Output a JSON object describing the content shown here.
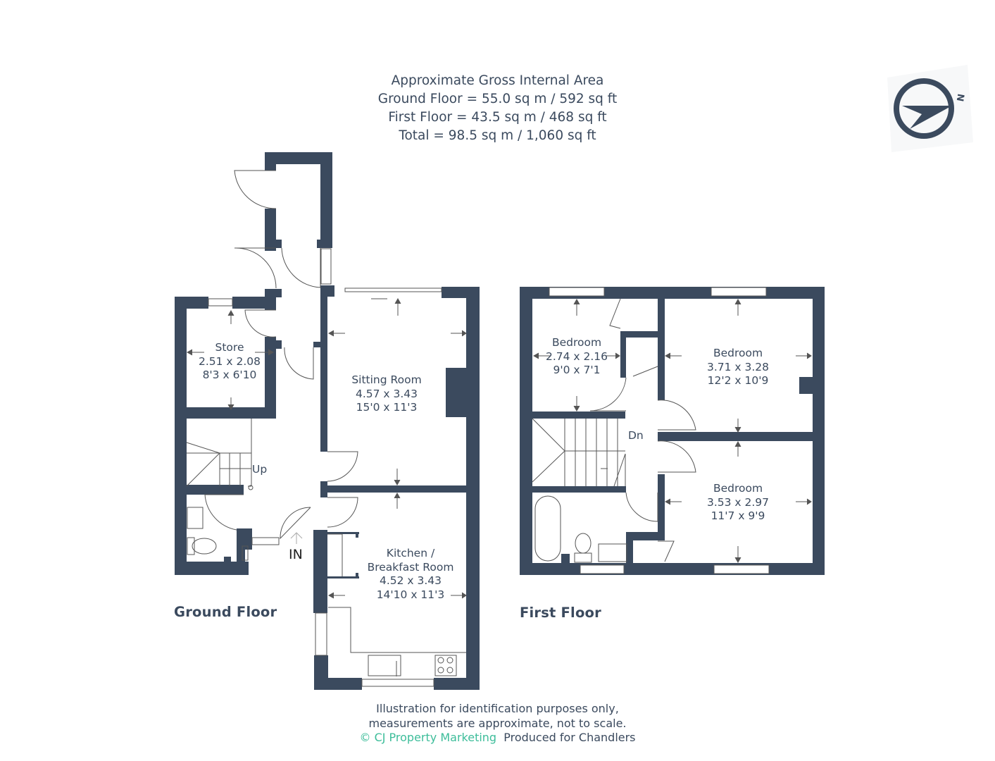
{
  "header": {
    "title": "Approximate Gross Internal Area",
    "ground_floor_area": "Ground Floor = 55.0 sq m / 592 sq ft",
    "first_floor_area": "First Floor = 43.5 sq m / 468 sq ft",
    "total_area": "Total = 98.5 sq m / 1,060 sq ft"
  },
  "compass": {
    "icon": "north-compass-icon",
    "label": "N"
  },
  "colors": {
    "wall": "#3b4a5e",
    "text": "#3b4a5e",
    "brand": "#3dbd9a"
  },
  "ground_floor": {
    "title": "Ground Floor",
    "rooms": [
      {
        "name": "Store",
        "metric": "2.51 x 2.08",
        "imperial": "8'3 x 6'10"
      },
      {
        "name": "Sitting Room",
        "metric": "4.57 x 3.43",
        "imperial": "15'0 x 11'3"
      },
      {
        "name": "Kitchen /",
        "name2": "Breakfast Room",
        "metric": "4.52 x 3.43",
        "imperial": "14'10 x 11'3"
      }
    ],
    "stairs_label": "Up",
    "entrance_label": "IN"
  },
  "first_floor": {
    "title": "First Floor",
    "rooms": [
      {
        "name": "Bedroom",
        "metric": "2.74 x 2.16",
        "imperial": "9'0 x 7'1"
      },
      {
        "name": "Bedroom",
        "metric": "3.71 x 3.28",
        "imperial": "12'2 x 10'9"
      },
      {
        "name": "Bedroom",
        "metric": "3.53 x 2.97",
        "imperial": "11'7 x 9'9"
      }
    ],
    "stairs_label": "Dn"
  },
  "footer": {
    "disclaimer_line1": "Illustration for identification purposes only,",
    "disclaimer_line2": "measurements are approximate, not to scale.",
    "brand": "© CJ Property Marketing",
    "produced_for": "Produced for Chandlers"
  }
}
